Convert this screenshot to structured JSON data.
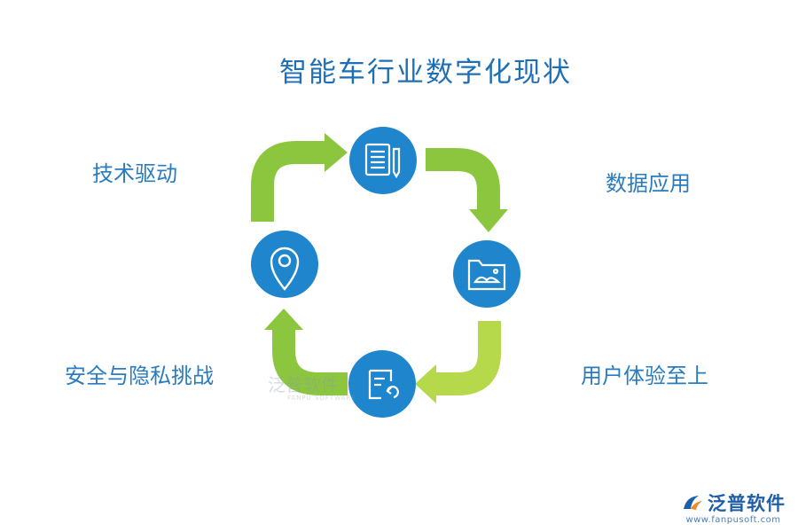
{
  "title": "智能车行业数字化现状",
  "labels": {
    "top_left": "技术驱动",
    "top_right": "数据应用",
    "bottom_left": "安全与隐私挑战",
    "bottom_right": "用户体验至上"
  },
  "nodes": [
    {
      "id": "top",
      "icon": "document-pencil-icon"
    },
    {
      "id": "right",
      "icon": "folder-image-icon"
    },
    {
      "id": "bottom",
      "icon": "document-refresh-icon"
    },
    {
      "id": "left",
      "icon": "location-pin-icon"
    }
  ],
  "watermark": {
    "text": "泛普软件",
    "sub": "FANPU SOFTWARE"
  },
  "logo": {
    "text": "泛普软件",
    "url": "www.fanpusoft.com"
  },
  "colors": {
    "circle": "#1f86cd",
    "arrow_green": "#8cc63f",
    "arrow_light_green": "#b5d94a",
    "title": "#1f6fb5",
    "label": "#2a7cc0"
  }
}
